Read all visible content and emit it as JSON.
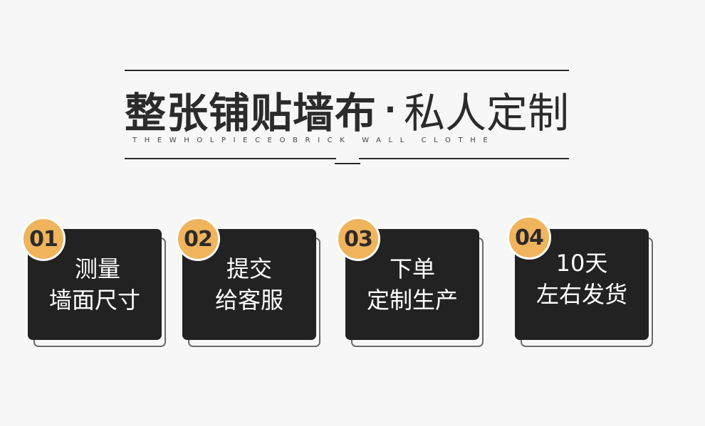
{
  "header": {
    "title_bold": "整张铺贴墙布",
    "title_dot": "·",
    "title_light": "私人定制",
    "subtitle": "THEWHOLPIECEOBRICK WALL CLOTHE"
  },
  "steps": [
    {
      "number": "01",
      "line1": "测量",
      "line2": "墙面尺寸"
    },
    {
      "number": "02",
      "line1": "提交",
      "line2": "给客服"
    },
    {
      "number": "03",
      "line1": "下单",
      "line2": "定制生产"
    },
    {
      "number": "04",
      "line1": "10天",
      "line2": "左右发货"
    }
  ],
  "colors": {
    "background": "#f7f7f7",
    "card": "#222222",
    "badge": "#f0b45d",
    "text_dark": "#2b2b2b"
  }
}
